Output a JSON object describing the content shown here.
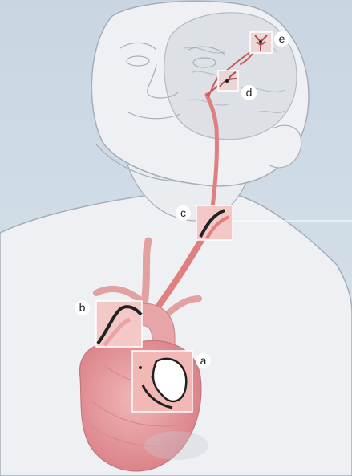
{
  "labels": {
    "a": "a",
    "b": "b",
    "c": "c",
    "d": "d",
    "e": "e"
  },
  "colors": {
    "background": "#cfdbe6",
    "skin": "#e9ecf0",
    "outline": "#9aa3ad",
    "artery": "#e07f7f",
    "artery_dark": "#b84a4a",
    "heart": "#e6a0a3",
    "brain": "#d9dde3",
    "inset_border": "#ffffff",
    "plaque": "#1c1c1c"
  },
  "icons": [
    "heart-illustration",
    "brain-illustration",
    "artery-path"
  ]
}
